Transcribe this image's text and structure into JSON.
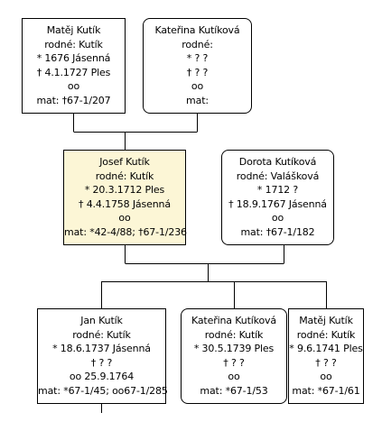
{
  "persons": {
    "matej_father": {
      "name": "Matěj Kutík",
      "maiden": "rodné: Kutík",
      "birth": "* 1676 Jásenná",
      "death": "† 4.1.1727 Ples",
      "marriage": "oo",
      "records": "mat: †67-1/207"
    },
    "katerina_mother": {
      "name": "Kateřina Kutíková",
      "maiden": "rodné:",
      "birth": "* ? ?",
      "death": "† ? ?",
      "marriage": "oo",
      "records": "mat:"
    },
    "josef": {
      "name": "Josef Kutík",
      "maiden": "rodné: Kutík",
      "birth": "* 20.3.1712 Ples",
      "death": "† 4.4.1758 Jásenná",
      "marriage": "oo",
      "records": "mat: *42-4/88; †67-1/236"
    },
    "dorota": {
      "name": "Dorota Kutíková",
      "maiden": "rodné: Valášková",
      "birth": "* 1712 ?",
      "death": "† 18.9.1767 Jásenná",
      "marriage": "oo",
      "records": "mat: †67-1/182"
    },
    "jan": {
      "name": "Jan Kutík",
      "maiden": "rodné: Kutík",
      "birth": "* 18.6.1737 Jásenná",
      "death": "† ? ?",
      "marriage": "oo 25.9.1764",
      "records": "mat: *67-1/45; oo67-1/285"
    },
    "katerina_child": {
      "name": "Kateřina Kutíková",
      "maiden": "rodné: Kutík",
      "birth": "* 30.5.1739 Ples",
      "death": "† ? ?",
      "marriage": "oo",
      "records": "mat: *67-1/53"
    },
    "matej_child": {
      "name": "Matěj Kutík",
      "maiden": "rodné: Kutík",
      "birth": "* 9.6.1741 Ples",
      "death": "† ? ?",
      "marriage": "oo",
      "records": "mat: *67-1/61"
    }
  }
}
